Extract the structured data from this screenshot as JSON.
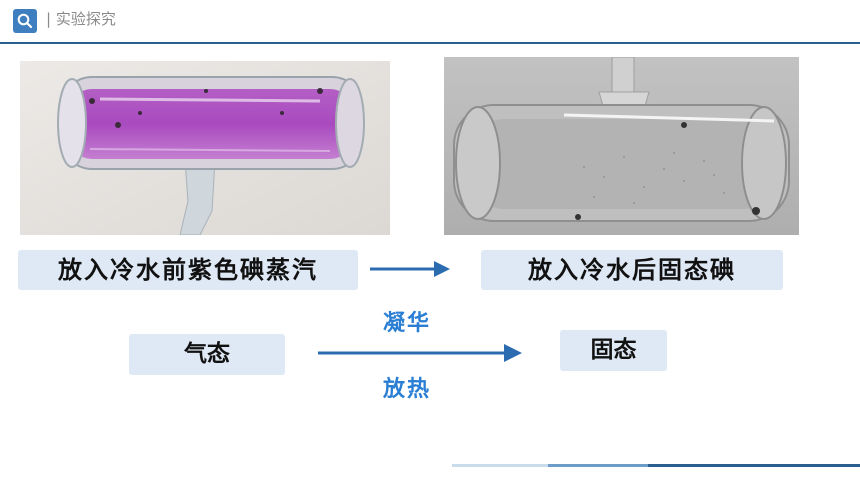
{
  "header": {
    "title": "| 实验探究",
    "icon": "search-icon"
  },
  "images": {
    "left_alt": "purple iodine vapor tube",
    "right_alt": "solid iodine tube after cold water"
  },
  "labels": {
    "before": "放入冷水前紫色碘蒸汽",
    "after": "放入冷水后固态碘",
    "gas": "气态",
    "solid": "固态",
    "process": "凝华",
    "heat": "放热"
  },
  "colors": {
    "accent": "#2a7fd4",
    "header_rule": "#2b5f8f",
    "box_bg": "#dfe9f5",
    "arrow": "#2b6cb0"
  }
}
